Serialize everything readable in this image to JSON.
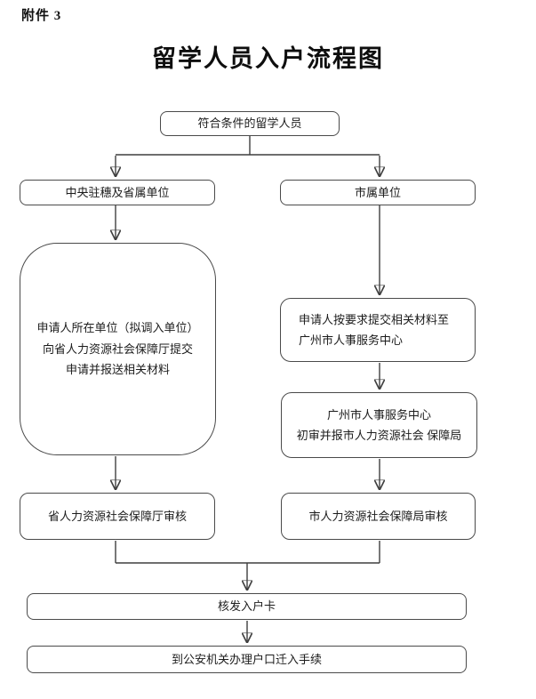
{
  "attachment": "附件 3",
  "title": "留学人员入户流程图",
  "nodes": {
    "start": {
      "label": "符合条件的留学人员"
    },
    "branch_left": {
      "label": "中央驻穗及省属单位"
    },
    "branch_right": {
      "label": "市属单位"
    },
    "left_submit": {
      "label": "申请人所在单位（拟调入单位）\n向省人力资源社会保障厅提交\n申请并报送相关材料"
    },
    "right_submit": {
      "label": "申请人按要求提交相关材料至\n广州市人事服务中心"
    },
    "right_precheck": {
      "label": "广州市人事服务中心\n初审并报市人力资源社会 保障局"
    },
    "left_audit": {
      "label": "省人力资源社会保障厅审核"
    },
    "right_audit": {
      "label": "市人力资源社会保障局审核"
    },
    "issue_card": {
      "label": "核发入户卡"
    },
    "final": {
      "label": "到公安机关办理户口迁入手续"
    }
  },
  "edges": [
    {
      "from": "start",
      "to": "branch_left"
    },
    {
      "from": "start",
      "to": "branch_right"
    },
    {
      "from": "branch_left",
      "to": "left_submit"
    },
    {
      "from": "branch_right",
      "to": "right_submit"
    },
    {
      "from": "right_submit",
      "to": "right_precheck"
    },
    {
      "from": "right_precheck",
      "to": "right_audit"
    },
    {
      "from": "left_submit",
      "to": "left_audit"
    },
    {
      "from": "left_audit",
      "to": "issue_card"
    },
    {
      "from": "right_audit",
      "to": "issue_card"
    },
    {
      "from": "issue_card",
      "to": "final"
    }
  ],
  "colors": {
    "background": "#ffffff",
    "line": "#3f3f3f",
    "box_border": "#4a4a4a",
    "text": "#1c1c1c"
  }
}
